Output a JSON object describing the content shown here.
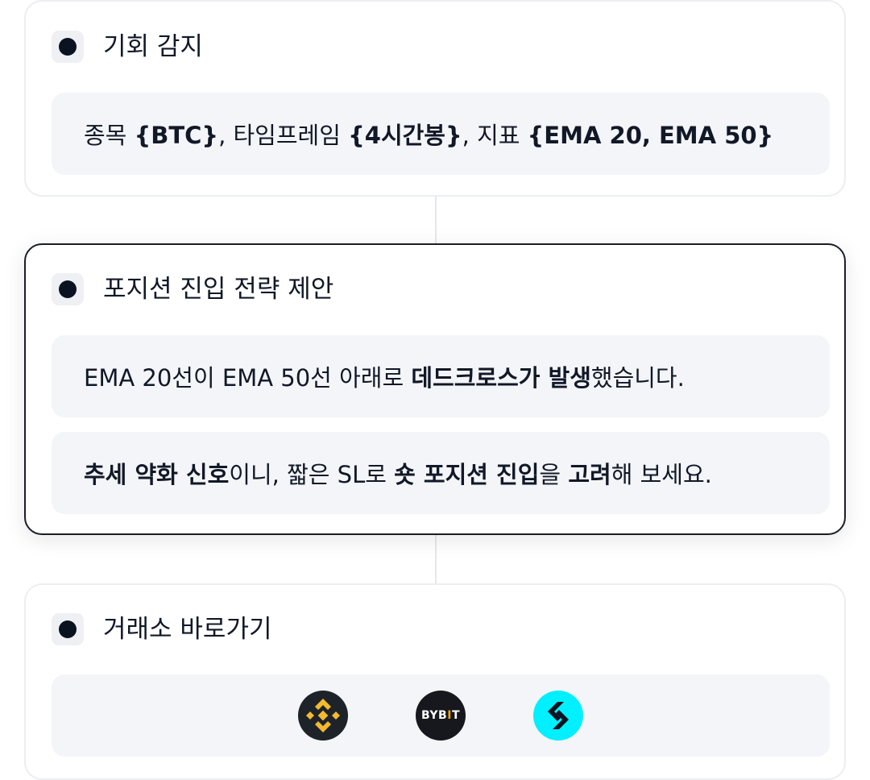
{
  "cards": [
    {
      "title": "기회 감지",
      "rows": [
        [
          {
            "text": "종목 ",
            "bold": false
          },
          {
            "text": "{BTC}",
            "bold": true
          },
          {
            "text": ", 타임프레임 ",
            "bold": false
          },
          {
            "text": "{4시간봉}",
            "bold": true
          },
          {
            "text": ", 지표 ",
            "bold": false
          },
          {
            "text": "{EMA 20, EMA 50}",
            "bold": true
          }
        ]
      ]
    },
    {
      "title": "포지션 진입 전략 제안",
      "rows": [
        [
          {
            "text": "EMA 20선이 EMA 50선 아래로 ",
            "bold": false
          },
          {
            "text": "데드크로스가 발생",
            "bold": true
          },
          {
            "text": "했습니다.",
            "bold": false
          }
        ],
        [
          {
            "text": "추세 약화 신호",
            "bold": true
          },
          {
            "text": "이니, 짧은 SL로 ",
            "bold": false
          },
          {
            "text": "숏 포지션 진입",
            "bold": true
          },
          {
            "text": "을 ",
            "bold": false
          },
          {
            "text": "고려",
            "bold": true
          },
          {
            "text": "해 보세요.",
            "bold": false
          }
        ]
      ]
    },
    {
      "title": "거래소 바로가기",
      "exchanges": [
        {
          "name": "binance",
          "icon": "binance-logo-icon",
          "color": "#f3ba2f"
        },
        {
          "name": "bybit",
          "icon": "bybit-logo-icon",
          "label_main": "BYB",
          "label_accent": "I",
          "label_tail": "T",
          "accent": "#f7a600"
        },
        {
          "name": "bitget",
          "icon": "bitget-logo-icon",
          "color": "#00f0ff"
        }
      ]
    }
  ]
}
